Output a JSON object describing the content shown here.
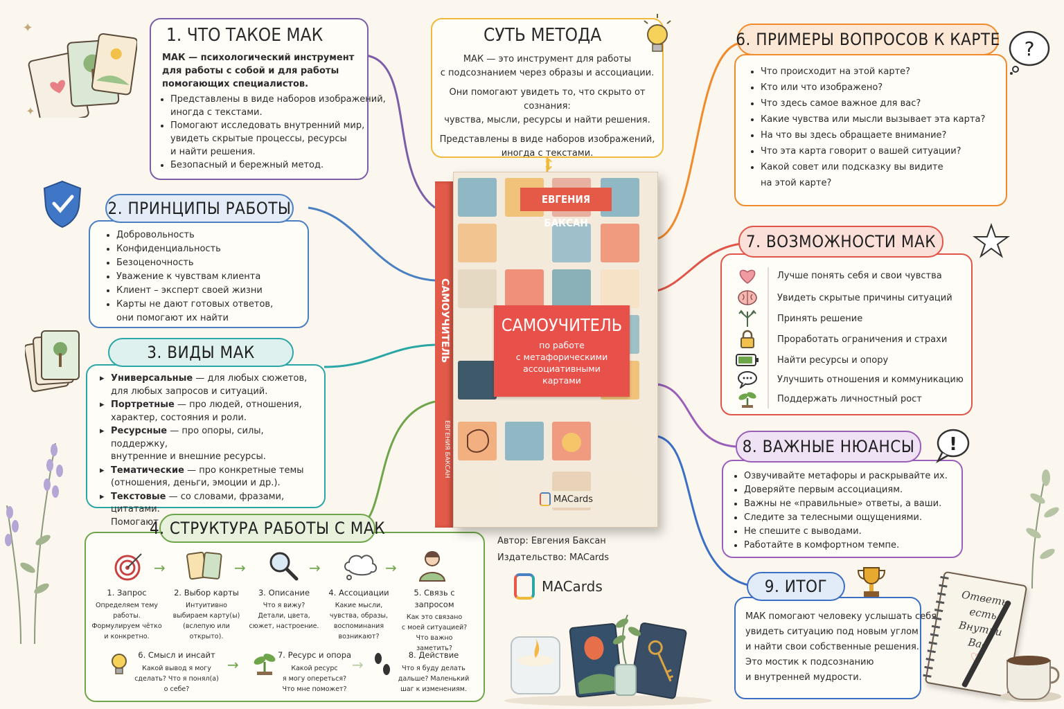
{
  "sec1": {
    "num": "1.",
    "title": "ЧТО ТАКОЕ МАК",
    "intro": [
      "МАК — психологический инструмент",
      "для работы с собой и для работы",
      "помогающих специалистов."
    ],
    "bullets": [
      [
        "Представлены в виде наборов изображений,",
        "иногда с текстами."
      ],
      [
        "Помогают исследовать внутренний мир,",
        "увидеть скрытые процессы, ресурсы",
        "и найти решения."
      ],
      [
        "Безопасный и бережный метод."
      ]
    ]
  },
  "sec2": {
    "num": "2.",
    "title": "ПРИНЦИПЫ РАБОТЫ",
    "bullets": [
      [
        "Добровольность"
      ],
      [
        "Конфиденциальность"
      ],
      [
        "Безоценочность"
      ],
      [
        "Уважение к чувствам клиента"
      ],
      [
        "Клиент – эксперт своей жизни"
      ],
      [
        "Карты не дают готовых ответов,",
        "они помогают их найти"
      ]
    ]
  },
  "sec3": {
    "num": "3.",
    "title": "ВИДЫ МАК",
    "items": [
      {
        "term": "Универсальные",
        "lines": [
          " — для любых сюжетов,",
          "для любых запросов и ситуаций."
        ]
      },
      {
        "term": "Портретные",
        "lines": [
          " — про людей, отношения,",
          "характер, состояния и роли."
        ]
      },
      {
        "term": "Ресурсные",
        "lines": [
          " — про опоры, силы, поддержку,",
          "внутренние и внешние ресурсы."
        ]
      },
      {
        "term": "Тематические",
        "lines": [
          " — про конкретные темы",
          "(отношения, деньги, эмоции и др.)."
        ]
      },
      {
        "term": "Текстовые",
        "lines": [
          " — со словами, фразами, цитатами.",
          "Помогают работать со смыслами через текст."
        ]
      }
    ]
  },
  "sec4": {
    "num": "4.",
    "title": "СТРУКТУРА РАБОТЫ С МАК",
    "steps_row1": [
      {
        "icon": "target-icon",
        "title": "1. Запрос",
        "desc": [
          "Определяем тему работы.",
          "Формулируем чётко",
          "и конкретно."
        ]
      },
      {
        "icon": "cards-icon",
        "title": "2. Выбор карты",
        "desc": [
          "Интуитивно",
          "выбираем карту(ы)",
          "(вслепую или открыто)."
        ]
      },
      {
        "icon": "magnifier-icon",
        "title": "3. Описание",
        "desc": [
          "Что я вижу?",
          "Детали, цвета,",
          "сюжет, настроение."
        ]
      },
      {
        "icon": "thought-cloud-icon",
        "title": "4. Ассоциации",
        "desc": [
          "Какие мысли,",
          "чувства, образы,",
          "воспоминания",
          "возникают?"
        ]
      },
      {
        "icon": "person-icon",
        "title": "5. Связь с запросом",
        "desc": [
          "Как это связано",
          "с моей ситуацией?",
          "Что важно",
          "заметить?"
        ]
      }
    ],
    "steps_row2": [
      {
        "icon": "lightbulb-icon",
        "title": "6. Смысл и инсайт",
        "desc": [
          "Какой вывод я могу",
          "сделать? Что я понял(а)",
          "о себе?"
        ]
      },
      {
        "icon": "sprout-icon",
        "title": "7. Ресурс и опора",
        "desc": [
          "Какой ресурс",
          "я могу опереться?",
          "Что мне поможет?"
        ]
      },
      {
        "icon": "footsteps-icon",
        "title": "8. Действие",
        "desc": [
          "Что я буду делать",
          "дальше? Маленький",
          "шаг к изменениям."
        ]
      }
    ]
  },
  "center": {
    "title": "СУТЬ МЕТОДА",
    "paras": [
      [
        "МАК — это инструмент для работы",
        "с подсознанием через образы и ассоциации."
      ],
      [
        "Они помогают увидеть то, что скрыто от сознания:",
        "чувства, мысли, ресурсы и найти решения."
      ],
      [
        "Представлены в виде наборов изображений,",
        "иногда с текстами."
      ]
    ]
  },
  "book": {
    "author": "ЕВГЕНИЯ БАКСАН",
    "title": "САМОУЧИТЕЛЬ",
    "subtitle": [
      "по работе",
      "с метафорическими",
      "ассоциативными",
      "картами"
    ],
    "brand": "MACards",
    "spine_title": "САМОУЧИТЕЛЬ",
    "spine_author": "ЕВГЕНИЯ БАКСАН",
    "meta_author": "Автор: Евгения Баксан",
    "meta_publisher": "Издательство: MACards",
    "logo_text": "MACards"
  },
  "sec6": {
    "num": "6.",
    "title": "ПРИМЕРЫ ВОПРОСОВ К КАРТЕ",
    "bullets": [
      [
        "Что происходит на этой карте?"
      ],
      [
        "Кто или что изображено?"
      ],
      [
        "Что здесь самое важное для вас?"
      ],
      [
        "Какие чувства или мысли вызывает эта карта?"
      ],
      [
        "На что вы здесь обращаете внимание?"
      ],
      [
        "Что эта карта говорит о вашей ситуации?"
      ],
      [
        "Какой совет или подсказку вы видите",
        "на этой карте?"
      ]
    ]
  },
  "sec7": {
    "num": "7.",
    "title": "ВОЗМОЖНОСТИ МАК",
    "items": [
      {
        "icon": "heart-icon",
        "text": "Лучше понять себя и свои чувства"
      },
      {
        "icon": "brain-icon",
        "text": "Увидеть скрытые причины ситуаций"
      },
      {
        "icon": "decision-arrows-icon",
        "text": "Принять решение"
      },
      {
        "icon": "lock-icon",
        "text": "Проработать ограничения и страхи"
      },
      {
        "icon": "battery-icon",
        "text": "Найти ресурсы и опору"
      },
      {
        "icon": "chat-bubble-icon",
        "text": "Улучшить отношения и коммуникацию"
      },
      {
        "icon": "sprout-icon",
        "text": "Поддержать личностный рост"
      }
    ]
  },
  "sec8": {
    "num": "8.",
    "title": "ВАЖНЫЕ НЮАНСЫ",
    "bullets": [
      "Озвучивайте метафоры и раскрывайте их.",
      "Доверяйте первым ассоциациям.",
      "Важны не «правильные» ответы, а ваши.",
      "Следите за телесными ощущениями.",
      "Не спешите с выводами.",
      "Работайте в комфортном темпе."
    ]
  },
  "sec9": {
    "num": "9.",
    "title": "ИТОГ",
    "lines": [
      "МАК помогают человеку услышать себя,",
      "увидеть ситуацию под новым углом",
      "и найти свои собственные решения.",
      "Это мостик к подсознанию",
      "и внутренней мудрости."
    ]
  },
  "notebook": {
    "lines": [
      "Ответы",
      "есть",
      "Внутри",
      "Вас"
    ]
  },
  "colors": {
    "purple": "#7b5ea7",
    "blue": "#4a7fc1",
    "teal": "#2aa6a6",
    "green": "#6fa54a",
    "yellow": "#f1b93a",
    "orange": "#f08a2a",
    "red": "#e05548",
    "violet": "#9a5fb8",
    "navy": "#3a6fc4"
  }
}
